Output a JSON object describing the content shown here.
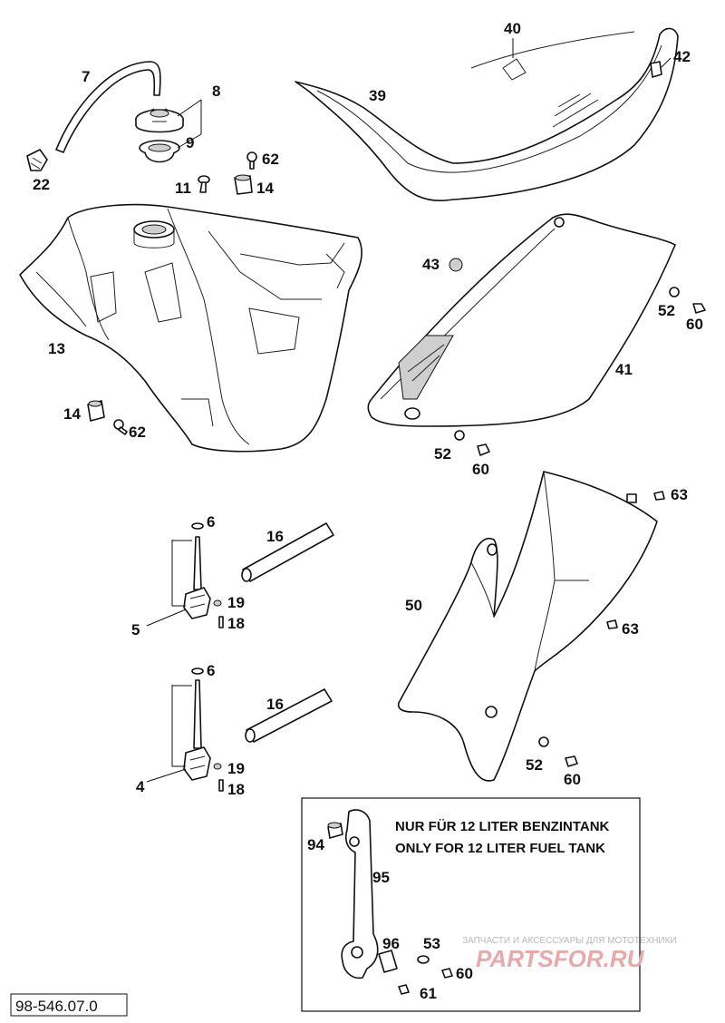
{
  "labels": {
    "p7": "7",
    "p8": "8",
    "p9": "9",
    "p22": "22",
    "p11": "11",
    "p62a": "62",
    "p14a": "14",
    "p40": "40",
    "p42": "42",
    "p39": "39",
    "p13": "13",
    "p14b": "14",
    "p62b": "62",
    "p43": "43",
    "p52a": "52",
    "p60a": "60",
    "p41": "41",
    "p52b": "52",
    "p60b": "60",
    "p6a": "6",
    "p16a": "16",
    "p19a": "19",
    "p18a": "18",
    "p5": "5",
    "p6b": "6",
    "p16b": "16",
    "p19b": "19",
    "p18b": "18",
    "p4": "4",
    "p63a": "63",
    "p50": "50",
    "p63b": "63",
    "p52c": "52",
    "p60c": "60",
    "p94": "94",
    "p95": "95",
    "p96": "96",
    "p53": "53",
    "p60d": "60",
    "p61": "61"
  },
  "inset_note": {
    "line1": "NUR FÜR 12 LITER BENZINTANK",
    "line2": "ONLY FOR 12 LITER FUEL TANK"
  },
  "watermark": {
    "tagline": "ЗАПЧАСТИ И АКСЕССУАРЫ ДЛЯ МОТОТЕХНИКИ",
    "site": "PARTSFOR.RU"
  },
  "drawing_code": "98-546.07.0"
}
